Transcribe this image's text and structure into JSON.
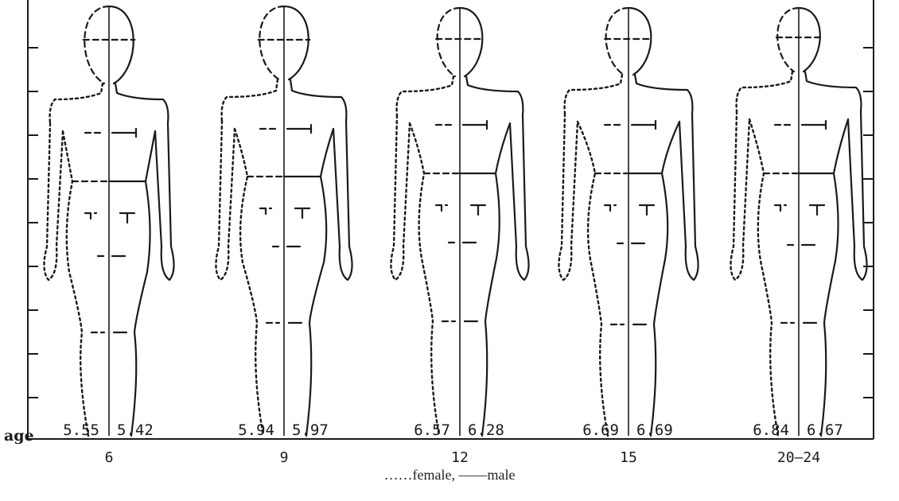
{
  "legend": {
    "text": "……female, ——male"
  },
  "age_axis_label": "age",
  "figures": [
    {
      "age": "6",
      "female_ratio": "5.55",
      "male_ratio": "5.42"
    },
    {
      "age": "9",
      "female_ratio": "5.94",
      "male_ratio": "5.97"
    },
    {
      "age": "12",
      "female_ratio": "6.57",
      "male_ratio": "6.28"
    },
    {
      "age": "15",
      "female_ratio": "6.69",
      "male_ratio": "6.69"
    },
    {
      "age": "20–24",
      "female_ratio": "6.84",
      "male_ratio": "6.67"
    }
  ],
  "colors": {
    "ink": "#1a1a1a",
    "background": "#ffffff"
  }
}
